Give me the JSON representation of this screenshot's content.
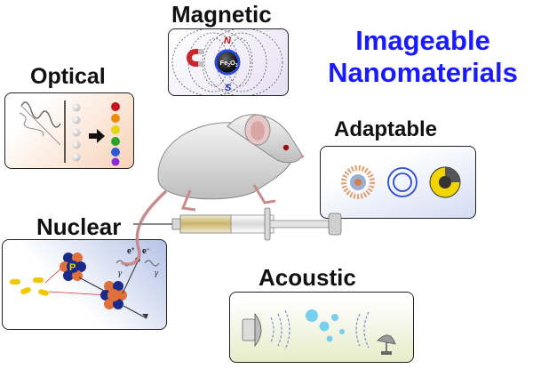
{
  "title": {
    "line1": "Imageable",
    "line2": "Nanomaterials",
    "color": "#1a1aff"
  },
  "categories": {
    "magnetic": {
      "label": "Magnetic",
      "pole_north": "N",
      "pole_south": "S",
      "particle_formula": "Fe",
      "particle_sub1": "2",
      "particle_mid": "O",
      "particle_sub2": "3",
      "pole_color": "#d01010"
    },
    "optical": {
      "label": "Optical"
    },
    "adaptable": {
      "label": "Adaptable"
    },
    "nuclear": {
      "label": "Nuclear",
      "atom_label": "P",
      "positron": "e",
      "positron_sup": "+",
      "electron": "e",
      "electron_sup": "−",
      "gamma": "γ"
    },
    "acoustic": {
      "label": "Acoustic"
    }
  }
}
